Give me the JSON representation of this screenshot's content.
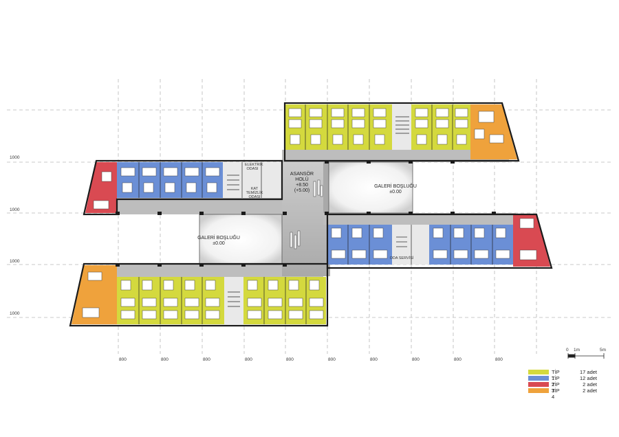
{
  "labels": {
    "elevator_hall": "ASANSÖR HOLÜ",
    "elevator_level": "+8.50",
    "elevator_level_b": "(+5.00)",
    "gallery_right": "GALERİ BOŞLUĞU",
    "gallery_right_level": "±0.00",
    "gallery_left": "GALERİ BOŞLUĞU",
    "gallery_left_level": "±0.00",
    "electrical_room": "ELEKTRİK ODASI",
    "floor_cleaning_room": "KAT TEMİZLİK ODASI",
    "room_service": "ODA SERVİSİ"
  },
  "dimensions": {
    "left": [
      "1000",
      "1000",
      "1000",
      "1000"
    ],
    "bottom": [
      "800",
      "800",
      "800",
      "800",
      "800",
      "800",
      "800",
      "800",
      "800",
      "800"
    ]
  },
  "scale_bar": {
    "zero": "0",
    "one": "1m",
    "five": "5m"
  },
  "legend": [
    {
      "name": "TİP 1",
      "count": "17 adet",
      "color": "#d4d93e"
    },
    {
      "name": "TİP 2",
      "count": "12 adet",
      "color": "#6b8fd6"
    },
    {
      "name": "TİP 3",
      "count": "2 adet",
      "color": "#d94a52"
    },
    {
      "name": "TİP 4",
      "count": "2 adet",
      "color": "#efa23c"
    }
  ],
  "colors": {
    "corridor": "#bdbdbd",
    "wall": "#1a1a1a",
    "grid": "#b8b8b8"
  }
}
